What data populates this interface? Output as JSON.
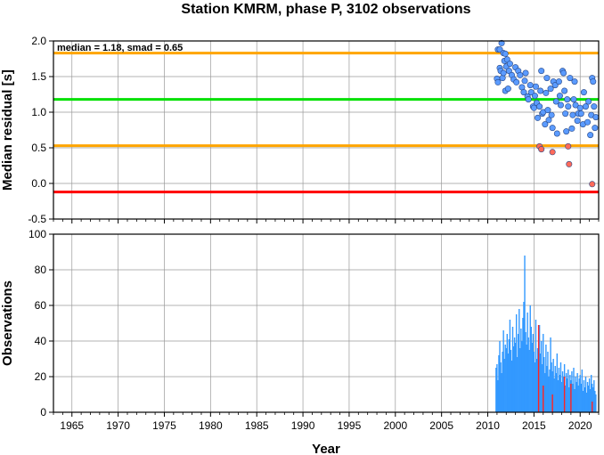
{
  "chart_data": [
    {
      "type": "scatter",
      "title": "Station KMRM, phase P, 3102 observations",
      "ylabel": "Median residual [s]",
      "xlim": [
        1963,
        2022
      ],
      "ylim": [
        -0.5,
        2.0
      ],
      "grid": true,
      "x_ticks": [
        "1965",
        "1970",
        "1975",
        "1980",
        "1985",
        "1990",
        "1995",
        "2000",
        "2005",
        "2010",
        "2015",
        "2020"
      ],
      "y_ticks": [
        "-0.5",
        "0.0",
        "0.5",
        "1.0",
        "1.5",
        "2.0"
      ],
      "annotation": "median = 1.18, smad = 0.65",
      "reference_lines": [
        {
          "y": 1.83,
          "color": "#ffa500"
        },
        {
          "y": 1.18,
          "color": "#00e000"
        },
        {
          "y": 0.53,
          "color": "#ffa500"
        },
        {
          "y": -0.12,
          "color": "#ff0000"
        }
      ],
      "series": [
        {
          "color": "#5b9bff",
          "points": [
            [
              2011.1,
              1.88
            ],
            [
              2011.3,
              1.88
            ],
            [
              2011.5,
              1.97
            ],
            [
              2011.7,
              1.83
            ],
            [
              2011.9,
              1.82
            ],
            [
              2011.0,
              1.47
            ],
            [
              2011.1,
              1.42
            ],
            [
              2011.3,
              1.62
            ],
            [
              2011.4,
              1.58
            ],
            [
              2011.6,
              1.48
            ],
            [
              2011.7,
              1.55
            ],
            [
              2011.8,
              1.72
            ],
            [
              2012.0,
              1.64
            ],
            [
              2012.1,
              1.74
            ],
            [
              2011.9,
              1.3
            ],
            [
              2012.2,
              1.33
            ],
            [
              2012.3,
              1.58
            ],
            [
              2012.4,
              1.68
            ],
            [
              2012.6,
              1.52
            ],
            [
              2012.8,
              1.46
            ],
            [
              2013.0,
              1.63
            ],
            [
              2013.1,
              1.42
            ],
            [
              2013.3,
              1.58
            ],
            [
              2013.5,
              1.52
            ],
            [
              2013.7,
              1.35
            ],
            [
              2013.9,
              1.28
            ],
            [
              2014.0,
              1.44
            ],
            [
              2014.1,
              1.55
            ],
            [
              2014.3,
              1.22
            ],
            [
              2014.4,
              1.18
            ],
            [
              2014.6,
              1.38
            ],
            [
              2014.7,
              1.28
            ],
            [
              2014.9,
              1.08
            ],
            [
              2015.0,
              1.06
            ],
            [
              2015.1,
              1.23
            ],
            [
              2015.2,
              1.36
            ],
            [
              2015.3,
              1.13
            ],
            [
              2015.4,
              0.92
            ],
            [
              2015.6,
              1.08
            ],
            [
              2015.7,
              1.3
            ],
            [
              2015.8,
              1.58
            ],
            [
              2015.9,
              0.98
            ],
            [
              2016.0,
              1.0
            ],
            [
              2016.2,
              0.83
            ],
            [
              2016.3,
              1.27
            ],
            [
              2016.4,
              1.48
            ],
            [
              2016.5,
              1.03
            ],
            [
              2016.6,
              0.89
            ],
            [
              2016.8,
              1.33
            ],
            [
              2016.9,
              0.96
            ],
            [
              2017.0,
              0.78
            ],
            [
              2017.1,
              1.43
            ],
            [
              2017.3,
              1.38
            ],
            [
              2017.4,
              1.15
            ],
            [
              2017.5,
              0.7
            ],
            [
              2017.7,
              1.43
            ],
            [
              2017.8,
              1.23
            ],
            [
              2017.9,
              1.1
            ],
            [
              2018.1,
              1.58
            ],
            [
              2018.2,
              1.55
            ],
            [
              2018.3,
              1.3
            ],
            [
              2018.4,
              0.98
            ],
            [
              2018.5,
              0.73
            ],
            [
              2018.6,
              1.18
            ],
            [
              2018.7,
              1.08
            ],
            [
              2018.9,
              1.48
            ],
            [
              2019.1,
              0.77
            ],
            [
              2019.2,
              0.96
            ],
            [
              2019.3,
              1.18
            ],
            [
              2019.4,
              1.43
            ],
            [
              2019.5,
              1.1
            ],
            [
              2019.7,
              0.88
            ],
            [
              2019.8,
              0.98
            ],
            [
              2020.0,
              1.06
            ],
            [
              2020.1,
              0.98
            ],
            [
              2020.3,
              0.83
            ],
            [
              2020.4,
              1.28
            ],
            [
              2020.6,
              1.08
            ],
            [
              2020.8,
              0.86
            ],
            [
              2020.9,
              1.15
            ],
            [
              2021.1,
              0.68
            ],
            [
              2021.2,
              0.96
            ],
            [
              2021.3,
              1.48
            ],
            [
              2021.4,
              1.43
            ],
            [
              2021.5,
              1.08
            ],
            [
              2021.6,
              0.78
            ],
            [
              2021.7,
              0.93
            ]
          ]
        },
        {
          "color": "#ff6a5a",
          "points": [
            [
              2015.6,
              0.52
            ],
            [
              2015.8,
              0.48
            ],
            [
              2017.0,
              0.44
            ],
            [
              2018.7,
              0.52
            ],
            [
              2018.8,
              0.27
            ],
            [
              2021.3,
              -0.01
            ]
          ]
        }
      ]
    },
    {
      "type": "bar",
      "xlabel": "Year",
      "ylabel": "Observations",
      "xlim": [
        1963,
        2022
      ],
      "ylim": [
        0,
        100
      ],
      "grid": true,
      "x_ticks": [
        "1965",
        "1970",
        "1975",
        "1980",
        "1985",
        "1990",
        "1995",
        "2000",
        "2005",
        "2010",
        "2015",
        "2020"
      ],
      "y_ticks": [
        "0",
        "20",
        "40",
        "60",
        "80",
        "100"
      ],
      "series": [
        {
          "color": "#3399ff",
          "x": [
            2010.9,
            2011.0,
            2011.1,
            2011.2,
            2011.3,
            2011.4,
            2011.5,
            2011.6,
            2011.7,
            2011.8,
            2011.9,
            2012.0,
            2012.1,
            2012.2,
            2012.3,
            2012.4,
            2012.5,
            2012.6,
            2012.7,
            2012.8,
            2012.9,
            2013.0,
            2013.1,
            2013.2,
            2013.3,
            2013.4,
            2013.5,
            2013.6,
            2013.7,
            2013.8,
            2013.9,
            2014.0,
            2014.1,
            2014.2,
            2014.3,
            2014.4,
            2014.5,
            2014.6,
            2014.7,
            2014.8,
            2014.9,
            2015.0,
            2015.1,
            2015.2,
            2015.3,
            2015.4,
            2015.5,
            2015.6,
            2015.7,
            2015.8,
            2015.9,
            2016.0,
            2016.1,
            2016.2,
            2016.3,
            2016.4,
            2016.5,
            2016.6,
            2016.7,
            2016.8,
            2016.9,
            2017.0,
            2017.1,
            2017.2,
            2017.3,
            2017.4,
            2017.5,
            2017.6,
            2017.7,
            2017.8,
            2017.9,
            2018.0,
            2018.1,
            2018.2,
            2018.3,
            2018.4,
            2018.5,
            2018.6,
            2018.7,
            2018.8,
            2018.9,
            2019.0,
            2019.1,
            2019.2,
            2019.3,
            2019.4,
            2019.5,
            2019.6,
            2019.7,
            2019.8,
            2019.9,
            2020.0,
            2020.1,
            2020.2,
            2020.3,
            2020.4,
            2020.5,
            2020.6,
            2020.7,
            2020.8,
            2020.9,
            2021.0,
            2021.1,
            2021.2,
            2021.3,
            2021.4,
            2021.5,
            2021.6,
            2021.7
          ],
          "values": [
            25,
            27,
            18,
            32,
            40,
            28,
            22,
            34,
            46,
            30,
            38,
            36,
            44,
            33,
            41,
            52,
            35,
            29,
            48,
            37,
            42,
            39,
            55,
            31,
            44,
            58,
            36,
            47,
            40,
            53,
            62,
            88,
            45,
            38,
            56,
            42,
            35,
            60,
            48,
            39,
            44,
            34,
            28,
            52,
            30,
            36,
            25,
            49,
            33,
            40,
            27,
            44,
            31,
            22,
            38,
            26,
            34,
            20,
            24,
            42,
            28,
            23,
            30,
            19,
            26,
            22,
            33,
            18,
            25,
            21,
            28,
            17,
            23,
            20,
            27,
            15,
            22,
            19,
            24,
            14,
            21,
            18,
            23,
            16,
            25,
            13,
            20,
            17,
            22,
            15,
            19,
            21,
            16,
            24,
            12,
            18,
            14,
            20,
            11,
            17,
            15,
            19,
            13,
            21,
            16,
            14,
            18,
            12,
            10
          ]
        },
        {
          "color": "#ff2222",
          "x": [
            2015.5,
            2016.0,
            2017.0,
            2018.3,
            2019.0,
            2021.3
          ],
          "values": [
            49,
            15,
            10,
            20,
            16,
            6
          ]
        }
      ]
    }
  ]
}
